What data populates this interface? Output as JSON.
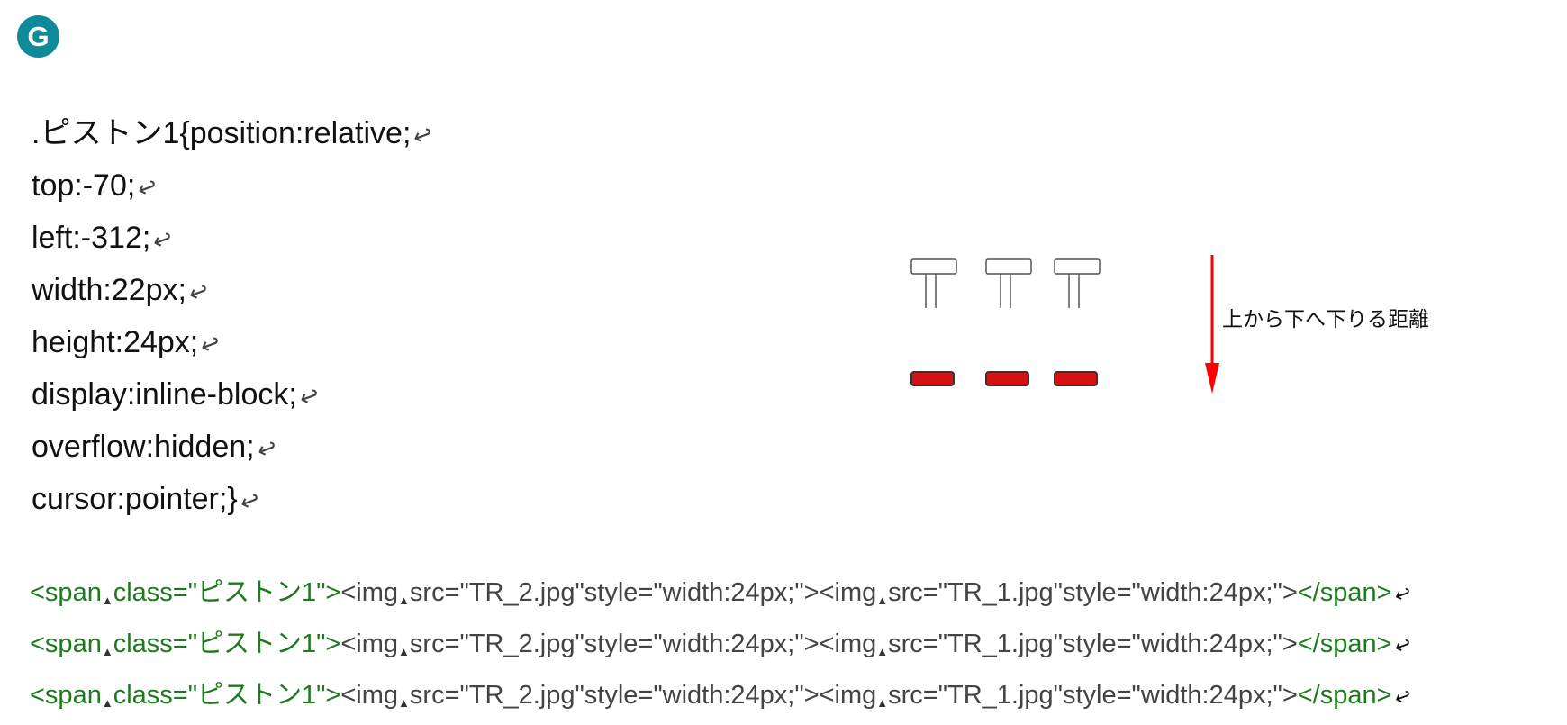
{
  "logo": {
    "letter": "G",
    "color": "#0f8a99"
  },
  "css_code": {
    "lines": [
      ".ピストン1{position:relative;",
      "top:-70;",
      "left:-312;",
      "width:22px;",
      "height:24px;",
      "display:inline-block;",
      "overflow:hidden;",
      "cursor:pointer;}"
    ],
    "return_mark": "↩"
  },
  "diagram": {
    "label": "上から下へ下りる距離",
    "arrow_color": "#ff0000",
    "piston_color": "#d41214",
    "piston_count": 3
  },
  "html_code": {
    "lines": [
      {
        "open": "<span",
        "space": "▲",
        "cls": "class=\"ピストン1\">",
        "img1": "<img",
        "src1": "src=\"TR_2.jpg\"style=\"width:24px;\">",
        "img2": "<img",
        "src2": "src=\"TR_1.jpg\"style=\"width:24px;\">",
        "close": "</span>"
      },
      {
        "open": "<span",
        "space": "▲",
        "cls": "class=\"ピストン1\">",
        "img1": "<img",
        "src1": "src=\"TR_2.jpg\"style=\"width:24px;\">",
        "img2": "<img",
        "src2": "src=\"TR_1.jpg\"style=\"width:24px;\">",
        "close": "</span>"
      },
      {
        "open": "<span",
        "space": "▲",
        "cls": "class=\"ピストン1\">",
        "img1": "<img",
        "src1": "src=\"TR_2.jpg\"style=\"width:24px;\">",
        "img2": "<img",
        "src2": "src=\"TR_1.jpg\"style=\"width:24px;\">",
        "close": "</span>"
      }
    ],
    "tag_color": "#1f7a1f"
  }
}
